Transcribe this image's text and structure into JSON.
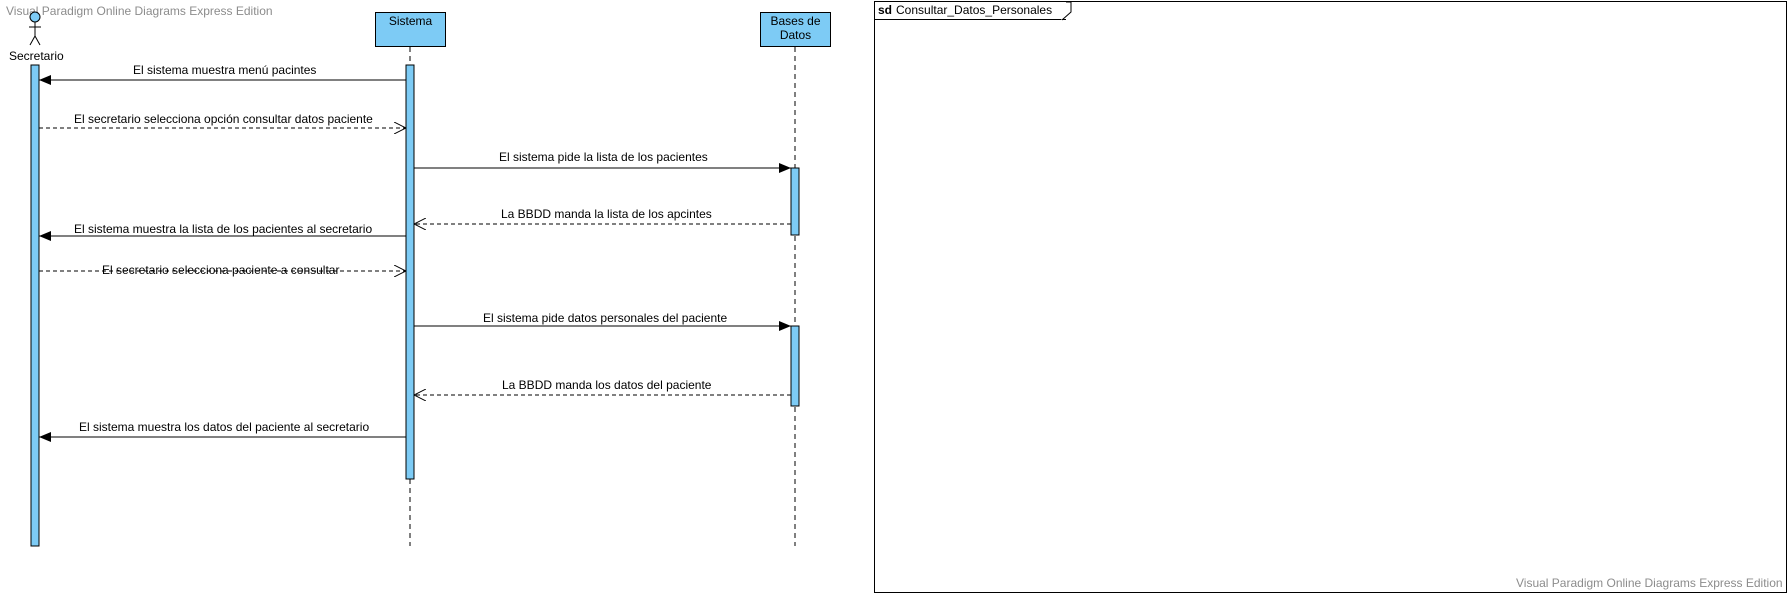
{
  "watermark": "Visual Paradigm Online Diagrams Express Edition",
  "frame": {
    "keyword": "sd",
    "name": "Consultar_Datos_Personales"
  },
  "lifelines": [
    {
      "id": "secretario",
      "label": "Secretario",
      "kind": "actor"
    },
    {
      "id": "sistema",
      "label": "Sistema",
      "kind": "object"
    },
    {
      "id": "bd",
      "label": "Bases de Datos",
      "kind": "object",
      "lines": [
        "Bases de",
        "Datos"
      ]
    }
  ],
  "messages": [
    {
      "from": "sistema",
      "to": "secretario",
      "type": "sync",
      "label": "El sistema muestra menú pacintes"
    },
    {
      "from": "secretario",
      "to": "sistema",
      "type": "return",
      "label": "El secretario selecciona opción consultar datos paciente"
    },
    {
      "from": "sistema",
      "to": "bd",
      "type": "sync",
      "label": "El sistema pide la lista de los pacientes"
    },
    {
      "from": "bd",
      "to": "sistema",
      "type": "return",
      "label": "La BBDD manda la lista de los apcintes"
    },
    {
      "from": "sistema",
      "to": "secretario",
      "type": "sync",
      "label": "El sistema muestra la lista de los pacientes al secretario"
    },
    {
      "from": "secretario",
      "to": "sistema",
      "type": "return",
      "label": "El secretario selecciona paciente a consultar"
    },
    {
      "from": "sistema",
      "to": "bd",
      "type": "sync",
      "label": "El sistema pide datos personales del paciente"
    },
    {
      "from": "bd",
      "to": "sistema",
      "type": "return",
      "label": "La BBDD manda los datos del paciente"
    },
    {
      "from": "sistema",
      "to": "secretario",
      "type": "sync",
      "label": "El sistema muestra los datos del paciente al secretario"
    }
  ],
  "colors": {
    "activation": "#7dcbf5",
    "line": "#000000",
    "watermark": "#8c8c8c"
  }
}
